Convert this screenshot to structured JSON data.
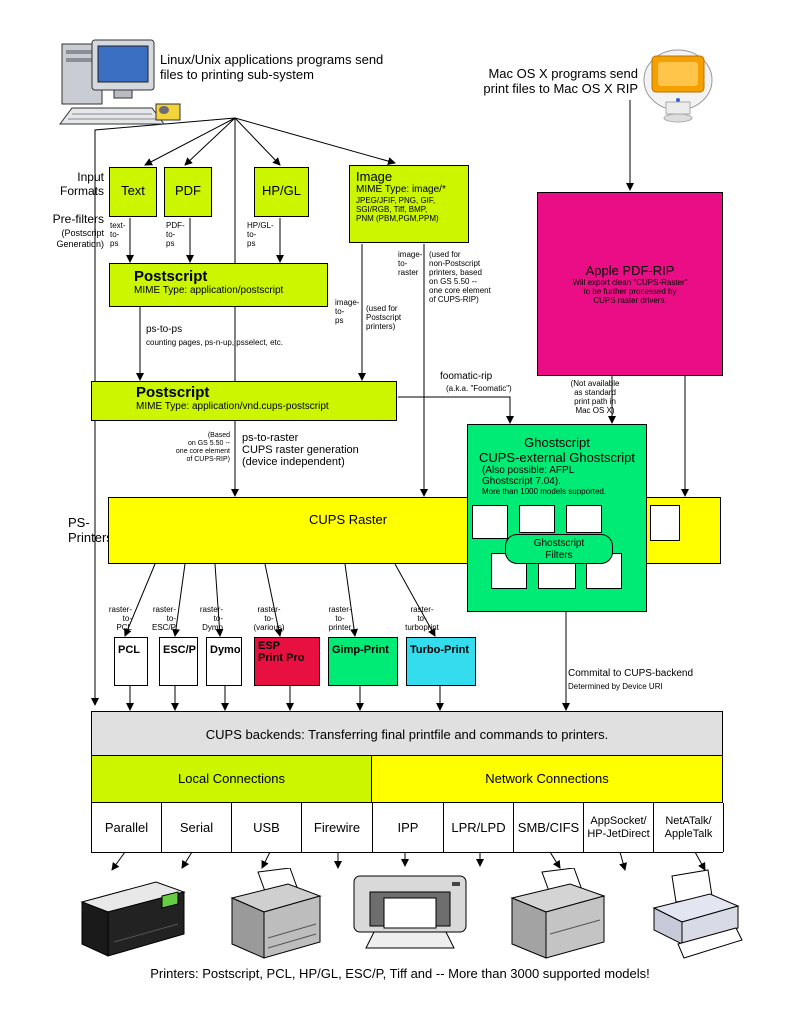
{
  "colors": {
    "input_box": "#ccf500",
    "cups_raster": "#ffff00",
    "apple_rip": "#eb0d85",
    "ghostscript": "#00ea76",
    "backends": "#e0e0e0",
    "esp_driver": "#e81040",
    "gimp_driver": "#00ea76",
    "turbo_driver": "#33ddee",
    "local_band": "#ccf500",
    "network_band": "#ffff00"
  },
  "header": {
    "linux_caption": "Linux/Unix applications programs send\nfiles to printing sub-system",
    "mac_caption": "Mac OS X programs send\nprint files to Mac OS X RIP"
  },
  "labels": {
    "input_formats": "Input\nFormats",
    "prefilters": "Pre-filters",
    "prefilters_sub": "(Postscript\nGeneration)",
    "ps_printers": "PS-\nPrinters"
  },
  "inputs": [
    {
      "name": "Text",
      "filter": "text-\nto-\nps"
    },
    {
      "name": "PDF",
      "filter": "PDF-\nto-\nps"
    },
    {
      "name": "HP/GL",
      "filter": "HP/GL-\nto-\nps"
    }
  ],
  "image_box": {
    "title": "Image",
    "mime": "MIME Type: image/*",
    "formats": "JPEG/JFIF, PNG, GIF,\nSGI/RGB, Tiff, BMP,\nPNM (PBM,PGM,PPM)"
  },
  "image_filters": {
    "to_raster": "image-\nto-\nraster",
    "raster_note": "(used for\nnon-Postscript\nprinters, based\non GS 5.50 --\none core element\nof CUPS-RIP)",
    "to_ps": "image-\nto-\nps",
    "ps_note": "(used for\nPostscript\nprinters)"
  },
  "postscript1": {
    "title": "Postscript",
    "mime": "MIME Type: application/postscript"
  },
  "ps_to_ps": {
    "title": "ps-to-ps",
    "desc": "counting pages, ps-n-up, psselect, etc."
  },
  "postscript2": {
    "title": "Postscript",
    "mime": "MIME Type: application/vnd.cups-postscript"
  },
  "foomatic": {
    "title": "foomatic-rip",
    "sub": "(a.k.a. \"Foomatic\")"
  },
  "apple_rip": {
    "title": "Apple PDF-RIP",
    "desc": "Will export clean \"CUPS-Raster\"\nto be further processed by\nCUPS raster drivers.",
    "note": "(Not available\nas standard\nprint path in\nMac OS X)"
  },
  "ghostscript": {
    "title": "Ghostscript\nCUPS-external Ghostscript",
    "sub": "(Also possible: AFPL\nGhostscript 7.04).",
    "models": "More than 1000 models supported.",
    "filters": "Ghostscript\nFilters"
  },
  "ps_to_raster": {
    "note": "(Based\non GS 5.50 --\none core element\nof CUPS-RIP)",
    "title": "ps-to-raster\nCUPS raster generation\n(device independent)"
  },
  "cups_raster": "CUPS Raster",
  "drivers": [
    {
      "filter": "raster-\nto-\nPCL",
      "name": "PCL"
    },
    {
      "filter": "raster-\nto-\nESC/P",
      "name": "ESC/P"
    },
    {
      "filter": "raster-\nto-\nDymo",
      "name": "Dymo"
    },
    {
      "filter": "raster-\nto-\n(various)",
      "name": "ESP\nPrint Pro"
    },
    {
      "filter": "raster-\nto-\nprinter",
      "name": "Gimp-Print"
    },
    {
      "filter": "raster-\nto-\nturboprint",
      "name": "Turbo-Print"
    }
  ],
  "commit": {
    "title": "Commital to CUPS-backend",
    "sub": "Determined by Device URI"
  },
  "backends": "CUPS backends: Transferring final printfile and commands to printers.",
  "connections": {
    "local": "Local Connections",
    "network": "Network Connections",
    "items": [
      "Parallel",
      "Serial",
      "USB",
      "Firewire",
      "IPP",
      "LPR/LPD",
      "SMB/CIFS",
      "AppSocket/\nHP-JetDirect",
      "NetATalk/\nAppleTalk"
    ]
  },
  "footer": "Printers: Postscript, PCL, HP/GL, ESC/P, Tiff and -- More than 3000 supported models!"
}
